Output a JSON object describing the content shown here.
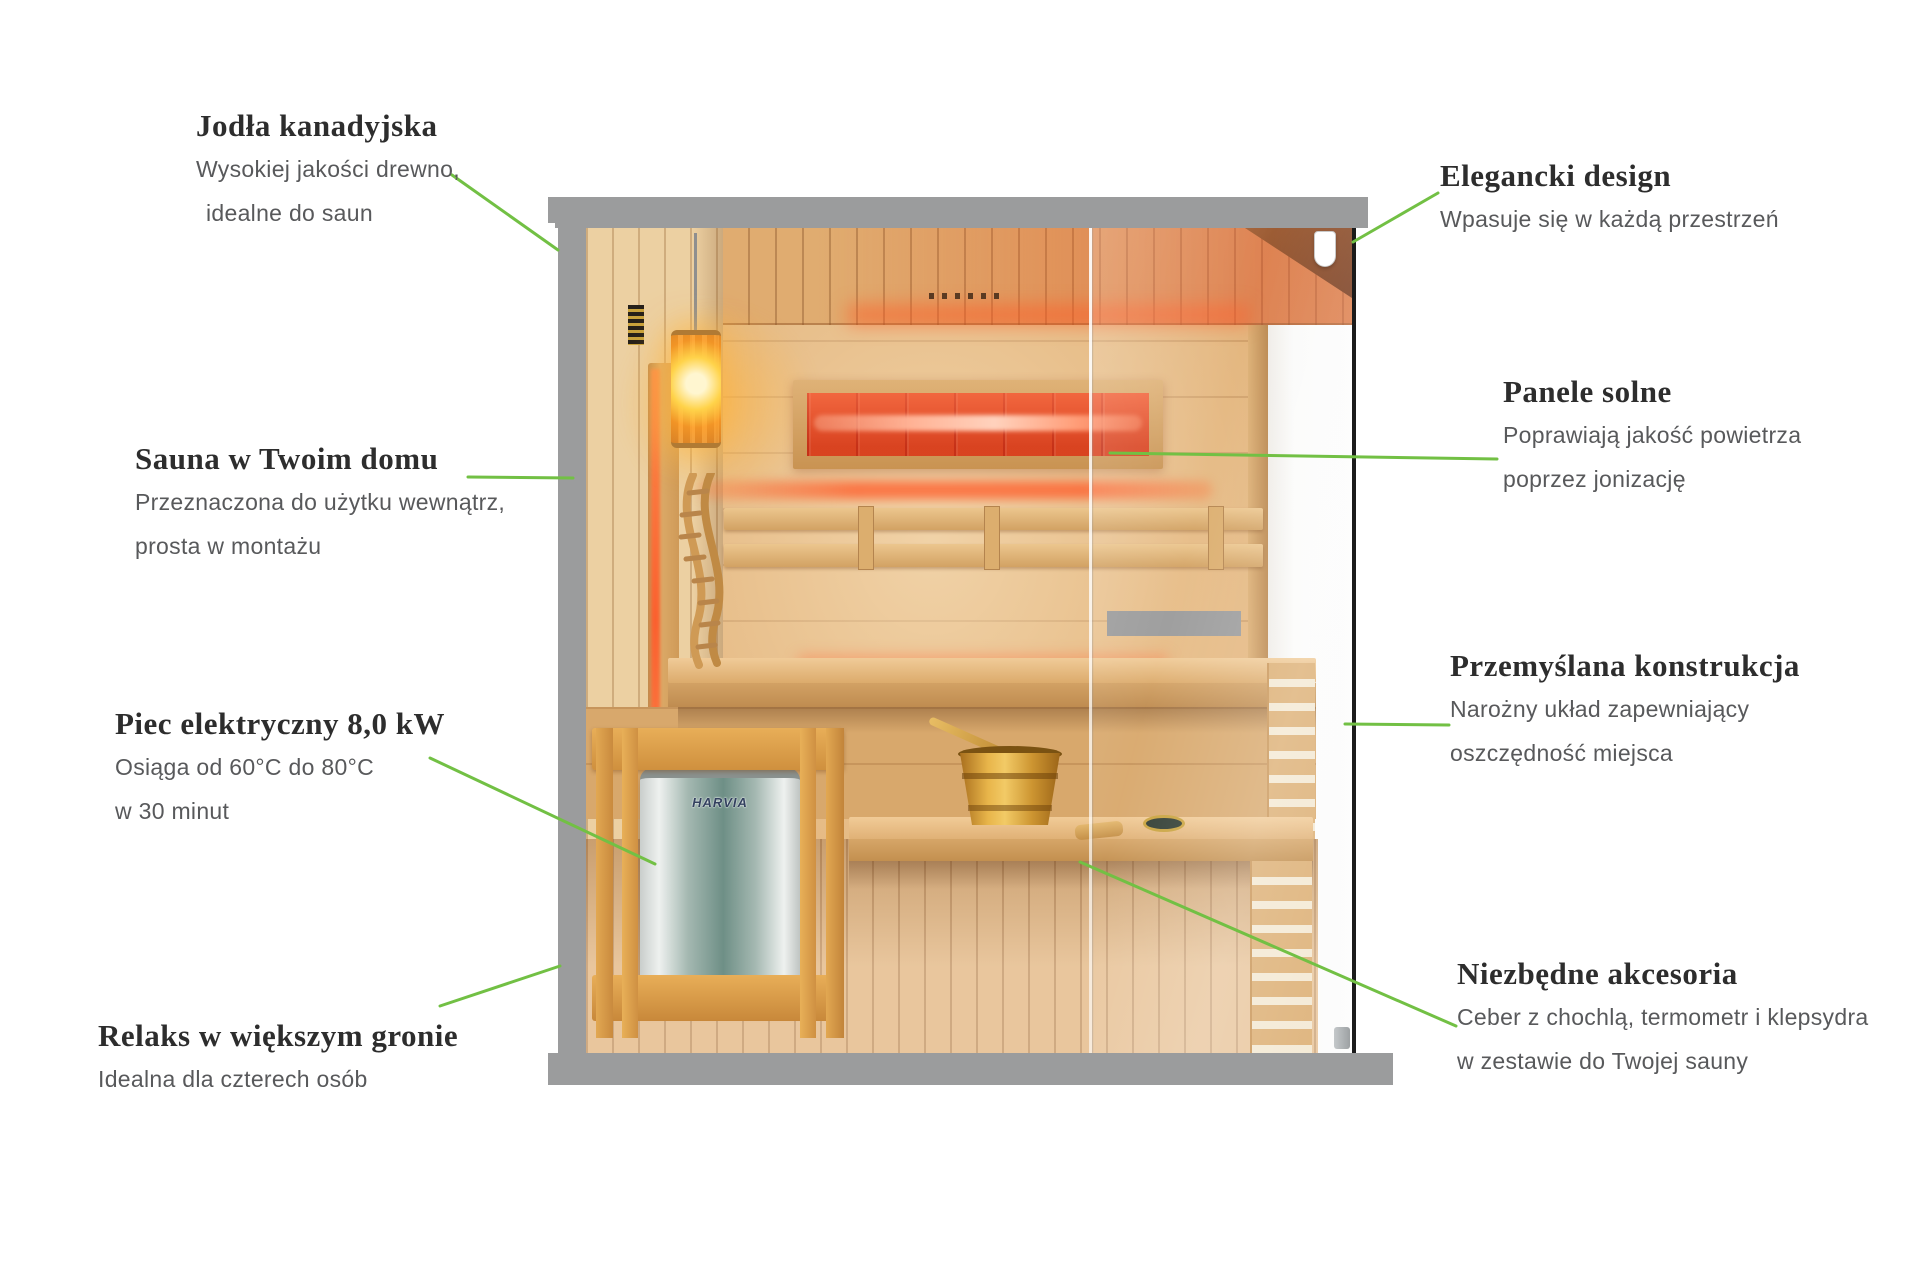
{
  "colors": {
    "background": "#ffffff",
    "annotation_line_green": "#72c044",
    "frame_gray": "#9b9c9d",
    "heading_text": "#2d2d2d",
    "body_text": "#58595b",
    "salt_glow_orange": "#ff6a3c",
    "wood_base": "#e2b278"
  },
  "callouts": [
    {
      "id": "jodla",
      "title": "Jodła kanadyjska",
      "lines": [
        "Wysokiej jakości drewno,",
        "idealne do saun"
      ]
    },
    {
      "id": "elegancki",
      "title": "Elegancki design",
      "lines": [
        "Wpasuje się w każdą przestrzeń"
      ]
    },
    {
      "id": "panele",
      "title": "Panele solne",
      "lines": [
        "Poprawiają jakość powietrza",
        "poprzez jonizację"
      ]
    },
    {
      "id": "sauna-dom",
      "title": "Sauna w Twoim domu",
      "lines": [
        "Przeznaczona do użytku wewnątrz,",
        "prosta w montażu"
      ]
    },
    {
      "id": "piec",
      "title": "Piec elektryczny 8,0 kW",
      "lines": [
        "Osiąga od 60°C do 80°C",
        "w 30 minut"
      ]
    },
    {
      "id": "przemyslana",
      "title": "Przemyślana konstrukcja",
      "lines": [
        "Narożny układ zapewniający",
        "oszczędność miejsca"
      ]
    },
    {
      "id": "relaks",
      "title": "Relaks w większym gronie",
      "lines": [
        "Idealna dla czterech osób"
      ]
    },
    {
      "id": "niezbedne",
      "title": "Niezbędne akcesoria",
      "lines": [
        "Ceber z chochlą, termometr i klepsydra",
        "w zestawie do Twojej sauny"
      ]
    }
  ],
  "sauna": {
    "heater_brand": "HARVIA"
  }
}
